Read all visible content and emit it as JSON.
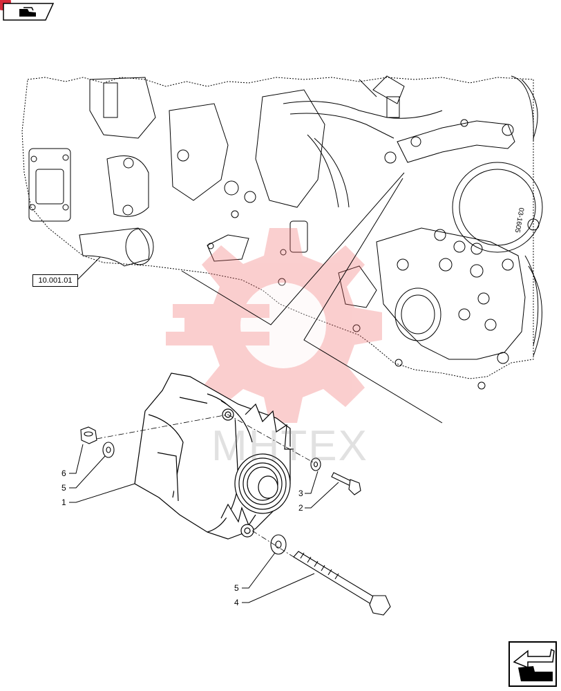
{
  "reference_link": {
    "label": "10.001.01"
  },
  "watermark": {
    "text": "MHTEX",
    "gear_color": "#f08080"
  },
  "callouts": [
    {
      "id": "callout-6",
      "label": "6"
    },
    {
      "id": "callout-5-upper",
      "label": "5"
    },
    {
      "id": "callout-1",
      "label": "1"
    },
    {
      "id": "callout-3",
      "label": "3"
    },
    {
      "id": "callout-2",
      "label": "2"
    },
    {
      "id": "callout-5-lower",
      "label": "5"
    },
    {
      "id": "callout-4",
      "label": "4"
    }
  ],
  "engine_stamp": {
    "text": "03-1605"
  },
  "icons": {
    "top_nav": "page-tab-icon",
    "bottom_nav": "back-arrow-icon",
    "corner_marker": "red-circle-icon"
  },
  "colors": {
    "line": "#000000",
    "watermark": "#f06a6a"
  }
}
